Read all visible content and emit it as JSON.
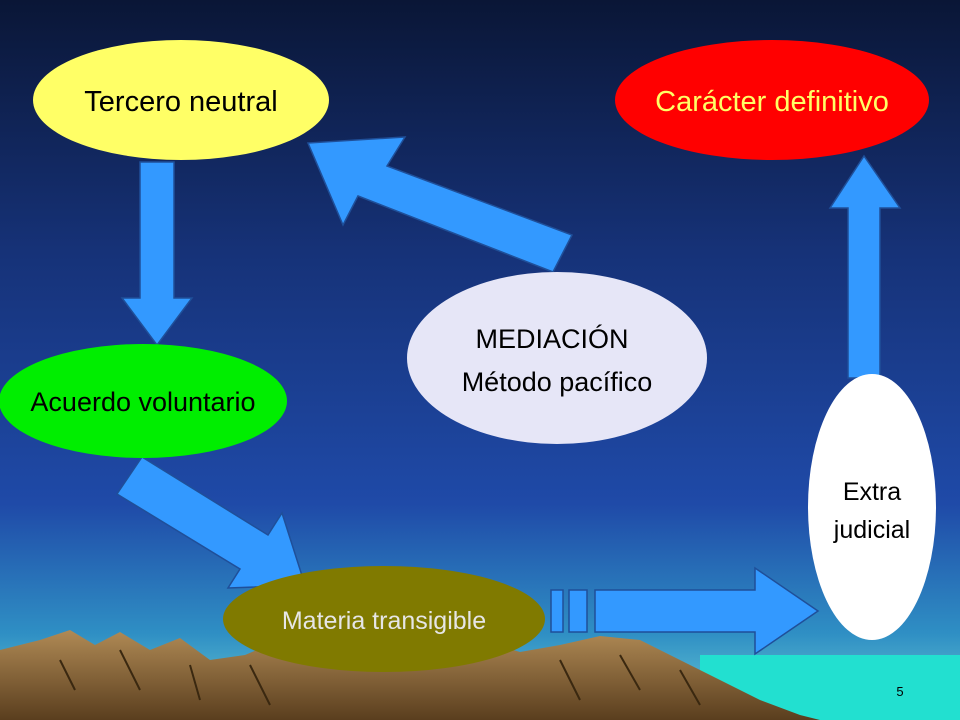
{
  "slide": {
    "page_number": "5",
    "colors": {
      "sky_top": "#0b1c4a",
      "sky_mid": "#1b3a8f",
      "sky_bottom": "#39b6c8",
      "arrow_fill": "#3399ff",
      "arrow_stroke": "#1f4f99",
      "mountain": "#8a6a3a",
      "sea": "#22e0d0"
    }
  },
  "nodes": {
    "tercero_neutral": {
      "label": "Tercero neutral",
      "fill": "#ffff66",
      "text_color": "#000000"
    },
    "caracter_definitivo": {
      "label": "Carácter definitivo",
      "fill": "#ff0000",
      "text_color": "#ffff66"
    },
    "acuerdo_voluntario": {
      "label": "Acuerdo voluntario",
      "fill": "#00ee00",
      "text_color": "#000000"
    },
    "mediacion": {
      "line1": "MEDIACIÓN",
      "line2": "Método pacífico",
      "fill": "#e6e6f7",
      "text_color": "#000000"
    },
    "materia_transigible": {
      "label": "Materia transigible",
      "fill": "#807a00",
      "text_color": "#e6e6e6"
    },
    "extra_judicial": {
      "line1": "Extra",
      "line2": "judicial",
      "fill": "#ffffff",
      "text_color": "#000000"
    }
  }
}
